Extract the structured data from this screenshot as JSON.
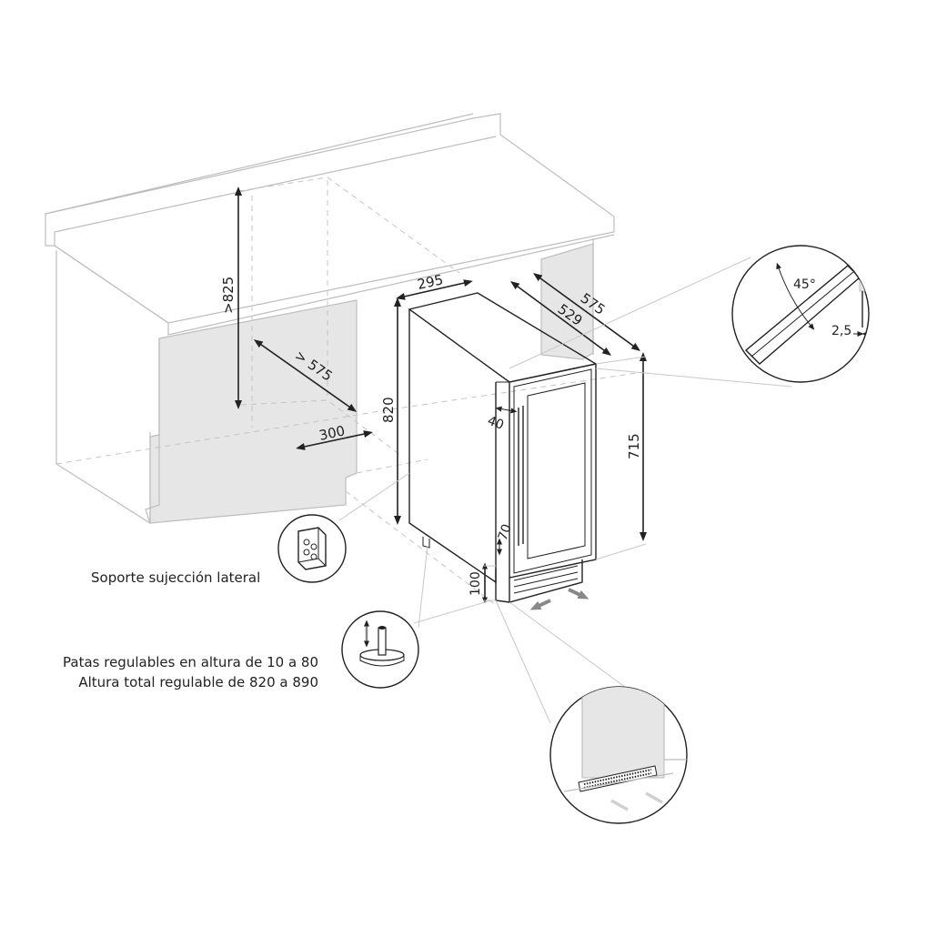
{
  "dimensions": {
    "counter_height": ">825",
    "niche_depth": "> 575",
    "niche_width": "300",
    "unit_width": "295",
    "unit_depth": "529",
    "unit_depth_total": "575",
    "unit_height": "820",
    "door_height": "715",
    "door_offset": "40",
    "plinth_recess": "70",
    "plinth_height": "100",
    "door_angle": "45°",
    "door_gap": "2,5"
  },
  "captions": {
    "side_bracket": "Soporte sujección lateral",
    "feet_line1": "Patas regulables en altura  de 10 a 80",
    "feet_line2": "Altura total regulable de 820 a 890"
  },
  "colors": {
    "ink": "#222222",
    "ghost": "#bdbdbd",
    "cabinet_fill": "#e6e6e6",
    "airflow_arrow": "#888888"
  }
}
